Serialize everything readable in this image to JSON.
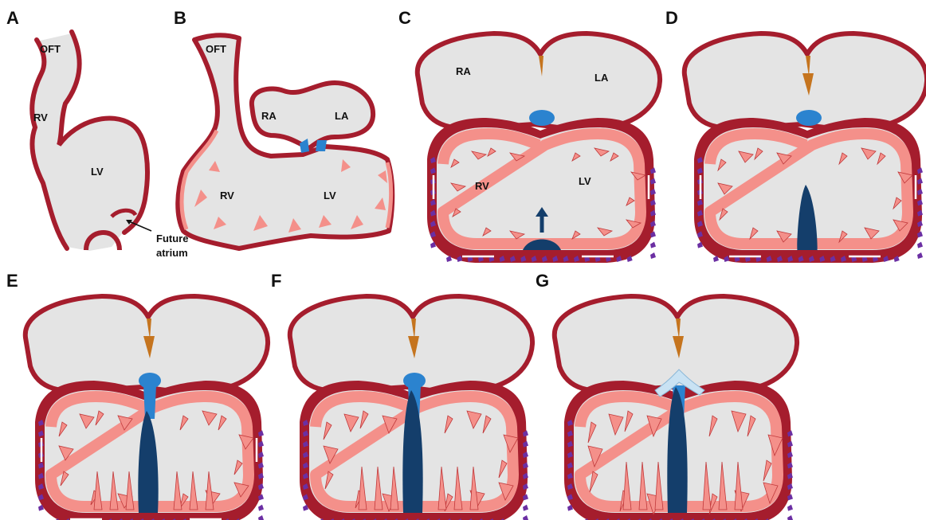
{
  "figure": {
    "panels": [
      {
        "id": "A",
        "label": "A",
        "chambers": {
          "oft": "OFT",
          "rv": "RV",
          "lv": "LV"
        },
        "note": {
          "line1": "Future",
          "line2": "atrium"
        }
      },
      {
        "id": "B",
        "label": "B",
        "chambers": {
          "oft": "OFT",
          "ra": "RA",
          "la": "LA",
          "rv": "RV",
          "lv": "LV"
        }
      },
      {
        "id": "C",
        "label": "C",
        "chambers": {
          "ra": "RA",
          "la": "LA",
          "rv": "RV",
          "lv": "LV"
        }
      },
      {
        "id": "D",
        "label": "D"
      },
      {
        "id": "E",
        "label": "E"
      },
      {
        "id": "F",
        "label": "F"
      },
      {
        "id": "G",
        "label": "G"
      }
    ],
    "colors": {
      "wall": "#a51d2d",
      "lumen": "#e4e4e4",
      "trabeculae": "#f4908a",
      "trabeculae_edge": "#c0393b",
      "septum": "#143e6b",
      "cushion": "#2b83cf",
      "valve_tissue": "#c9e2f3",
      "septum_primum": "#c5741e",
      "epicardial_cells": "#6b2fa3",
      "flow_arrow": "#ffffff"
    }
  }
}
